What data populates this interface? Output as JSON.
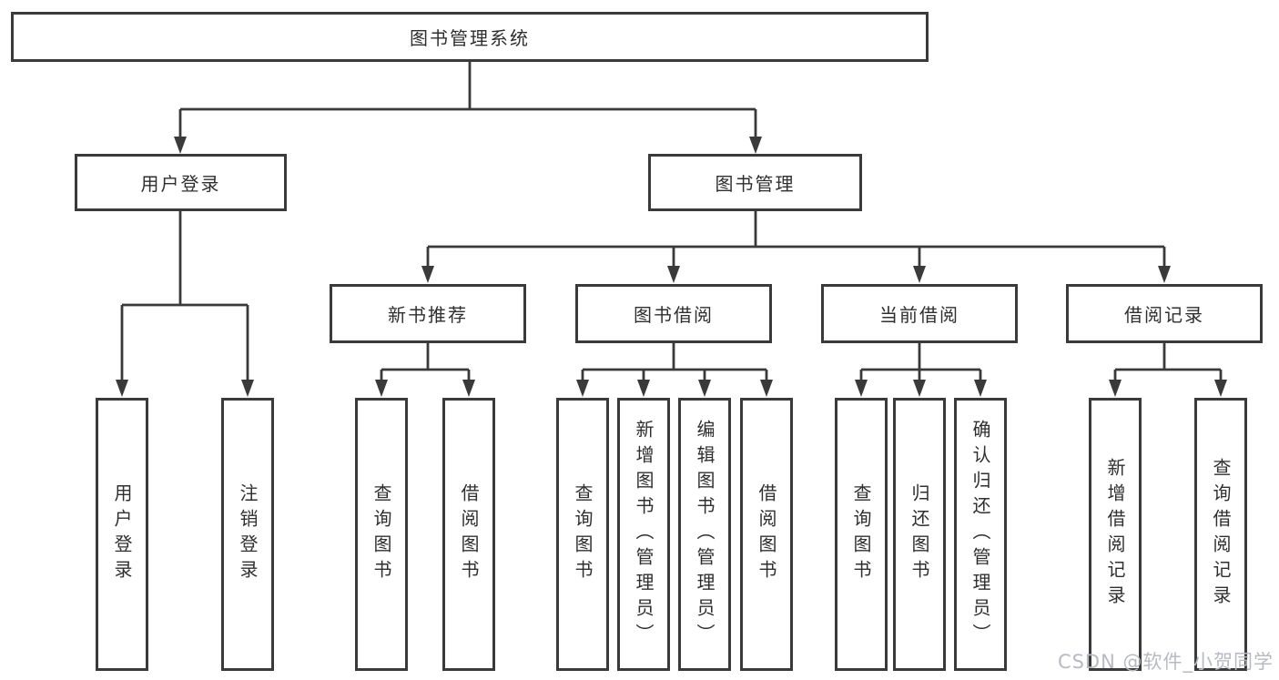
{
  "diagram": {
    "root": {
      "label": "图书管理系统"
    },
    "level1": [
      {
        "label": "用户登录"
      },
      {
        "label": "图书管理"
      }
    ],
    "level2": [
      {
        "label": "新书推荐",
        "parent": "图书管理"
      },
      {
        "label": "图书借阅",
        "parent": "图书管理"
      },
      {
        "label": "当前借阅",
        "parent": "图书管理"
      },
      {
        "label": "借阅记录",
        "parent": "图书管理"
      }
    ],
    "leaves": [
      {
        "label": "用户登录",
        "parent": "用户登录"
      },
      {
        "label": "注销登录",
        "parent": "用户登录"
      },
      {
        "label": "查询图书",
        "parent": "新书推荐"
      },
      {
        "label": "借阅图书",
        "parent": "新书推荐"
      },
      {
        "label": "查询图书",
        "parent": "图书借阅"
      },
      {
        "label": "新增图书（管理员）",
        "parent": "图书借阅"
      },
      {
        "label": "编辑图书（管理员）",
        "parent": "图书借阅"
      },
      {
        "label": "借阅图书",
        "parent": "图书借阅"
      },
      {
        "label": "查询图书",
        "parent": "当前借阅"
      },
      {
        "label": "归还图书",
        "parent": "当前借阅"
      },
      {
        "label": "确认归还（管理员）",
        "parent": "当前借阅"
      },
      {
        "label": "新增借阅记录",
        "parent": "借阅记录"
      },
      {
        "label": "查询借阅记录",
        "parent": "借阅记录"
      }
    ]
  },
  "colors": {
    "line": "#3a3a3a",
    "text": "#2f2f2f",
    "box_background": "#ffffff",
    "watermark": "#b7bac0"
  },
  "watermark": {
    "text": "CSDN @软件_小贺同学"
  }
}
